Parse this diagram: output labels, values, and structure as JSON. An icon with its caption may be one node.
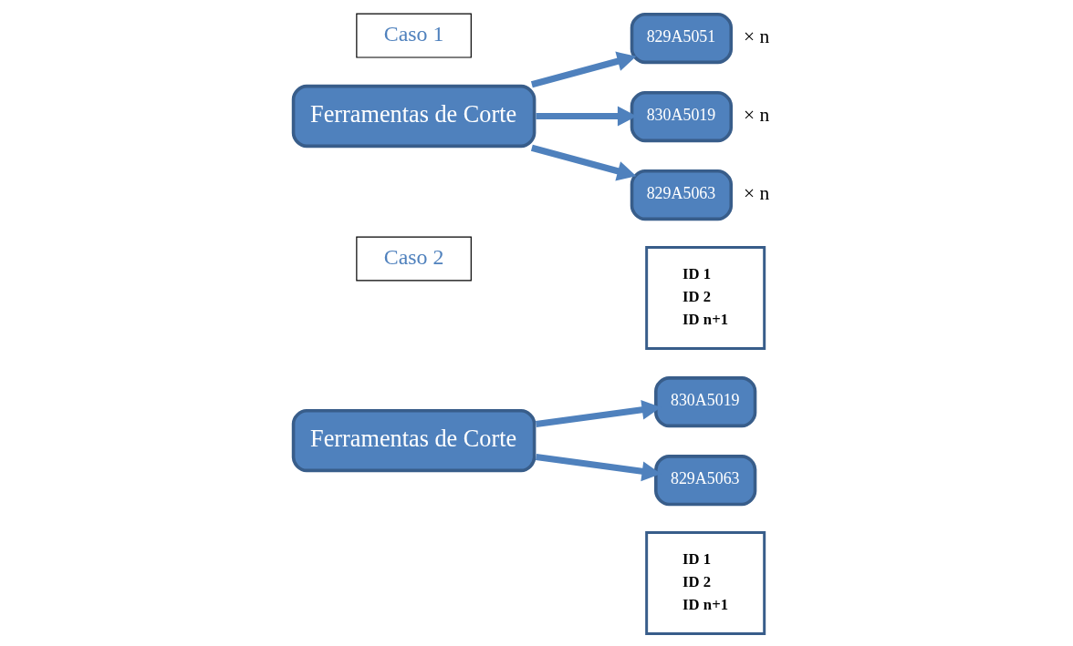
{
  "diagram": {
    "nodes": [
      {
        "text": [
          "Caso 1"
        ]
      },
      {
        "text": [
          "Ferramentas de Corte"
        ]
      },
      {
        "text": [
          "829A5063"
        ],
        "beside": [
          "× n"
        ]
      },
      {
        "text": [
          "830A5019"
        ],
        "beside": [
          "× n"
        ]
      },
      {
        "text": [
          "829A5051"
        ],
        "beside": [
          "× n"
        ]
      },
      {
        "text": [
          "Caso 2"
        ]
      },
      {
        "text": [
          "Ferramentas de Corte"
        ]
      },
      {
        "text": [
          "829A5063"
        ]
      },
      {
        "text": [
          "ID 1",
          "ID 2",
          "ID n+1"
        ]
      },
      {
        "text": [
          "830A5019"
        ]
      },
      {
        "text": [
          "ID 1",
          "ID 2",
          "ID n+1"
        ]
      }
    ],
    "edges": [
      {
        "from": 1,
        "to": 2,
        "arrow": "to"
      },
      {
        "from": 1,
        "to": 3,
        "arrow": "to"
      },
      {
        "from": 1,
        "to": 4,
        "arrow": "to"
      },
      {
        "from": 6,
        "to": 7,
        "arrow": "to"
      },
      {
        "from": 6,
        "to": 9,
        "arrow": "to"
      }
    ]
  }
}
